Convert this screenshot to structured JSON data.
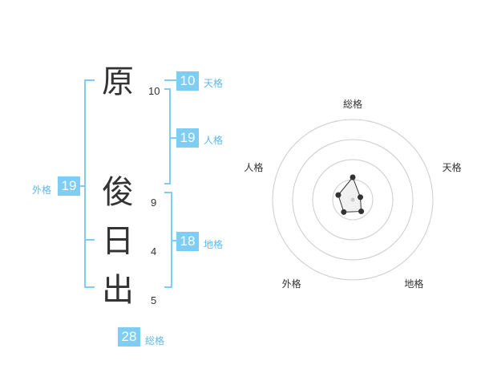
{
  "name": {
    "characters": [
      {
        "char": "原",
        "strokes": "10"
      },
      {
        "char": "俊",
        "strokes": "9"
      },
      {
        "char": "日",
        "strokes": "4"
      },
      {
        "char": "出",
        "strokes": "5"
      }
    ]
  },
  "kakusu": {
    "tenkaku": {
      "label": "天格",
      "value": "10"
    },
    "jinkaku": {
      "label": "人格",
      "value": "19"
    },
    "chikaku": {
      "label": "地格",
      "value": "18"
    },
    "gaikaku": {
      "label": "外格",
      "value": "19"
    },
    "soukaku": {
      "label": "総格",
      "value": "28"
    }
  },
  "colors": {
    "accent": "#7ecef4",
    "label": "#5fb8e6",
    "bracket": "#7ecef4",
    "text": "#333333",
    "ring": "#cccccc"
  },
  "chart_data": {
    "type": "radar",
    "axes": [
      "総格",
      "天格",
      "地格",
      "外格",
      "人格"
    ],
    "values": [
      28,
      10,
      18,
      19,
      19
    ],
    "levels": 4,
    "max": 100
  }
}
